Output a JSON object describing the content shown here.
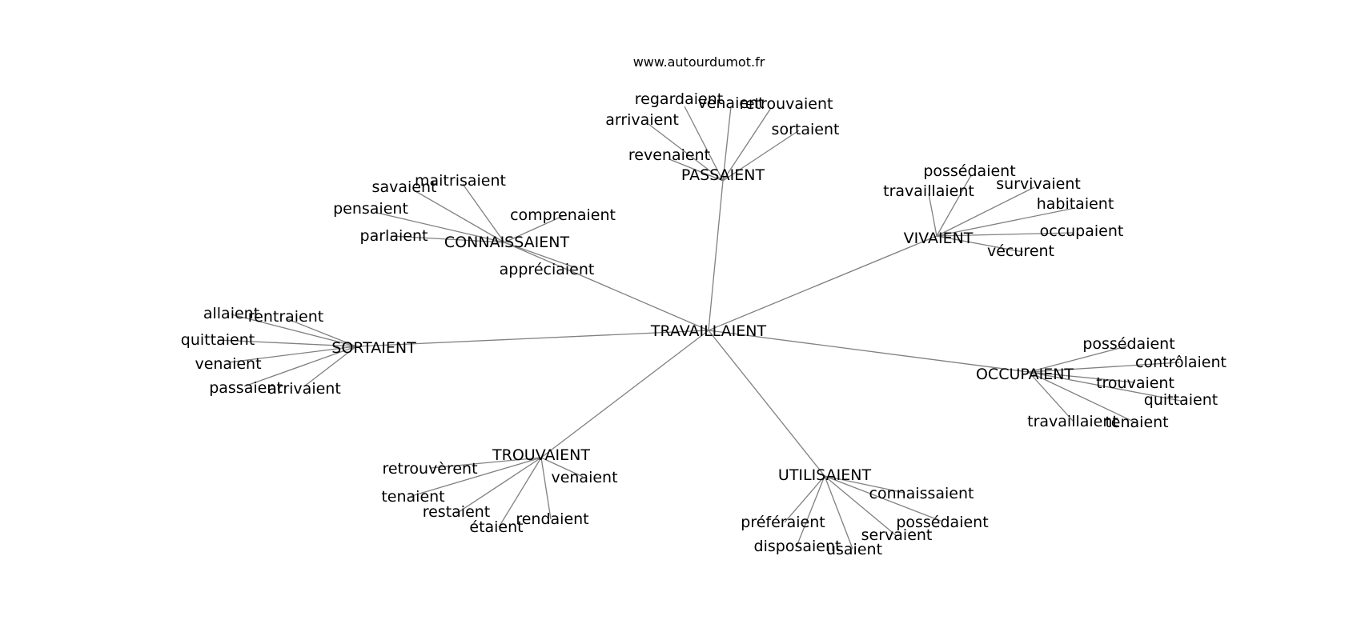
{
  "credit": "www.autourdumot.fr",
  "edge_color": "#808080",
  "text_color": "#000000",
  "graph": {
    "root": "TRAVAILLAIENT",
    "groups": [
      {
        "hub": "PASSAIENT",
        "leaves": [
          "regardaient",
          "venaient",
          "retrouvaient",
          "arrivaient",
          "sortaient",
          "revenaient"
        ]
      },
      {
        "hub": "CONNAISSAIENT",
        "leaves": [
          "maitrisaient",
          "savaient",
          "comprenaient",
          "pensaient",
          "parlaient",
          "appréciaient"
        ]
      },
      {
        "hub": "VIVAIENT",
        "leaves": [
          "possédaient",
          "travaillaient",
          "survivaient",
          "habitaient",
          "occupaient",
          "vécurent"
        ]
      },
      {
        "hub": "SORTAIENT",
        "leaves": [
          "allaient",
          "rentraient",
          "quittaient",
          "venaient",
          "passaient",
          "arrivaient"
        ]
      },
      {
        "hub": "OCCUPAIENT",
        "leaves": [
          "possédaient",
          "contrôlaient",
          "trouvaient",
          "quittaient",
          "travaillaient",
          "tenaient"
        ]
      },
      {
        "hub": "TROUVAIENT",
        "leaves": [
          "retrouvèrent",
          "venaient",
          "tenaient",
          "restaient",
          "étaient",
          "rendaient"
        ]
      },
      {
        "hub": "UTILISAIENT",
        "leaves": [
          "connaissaient",
          "préféraient",
          "possédaient",
          "servaient",
          "disposaient",
          "usaient"
        ]
      }
    ]
  }
}
